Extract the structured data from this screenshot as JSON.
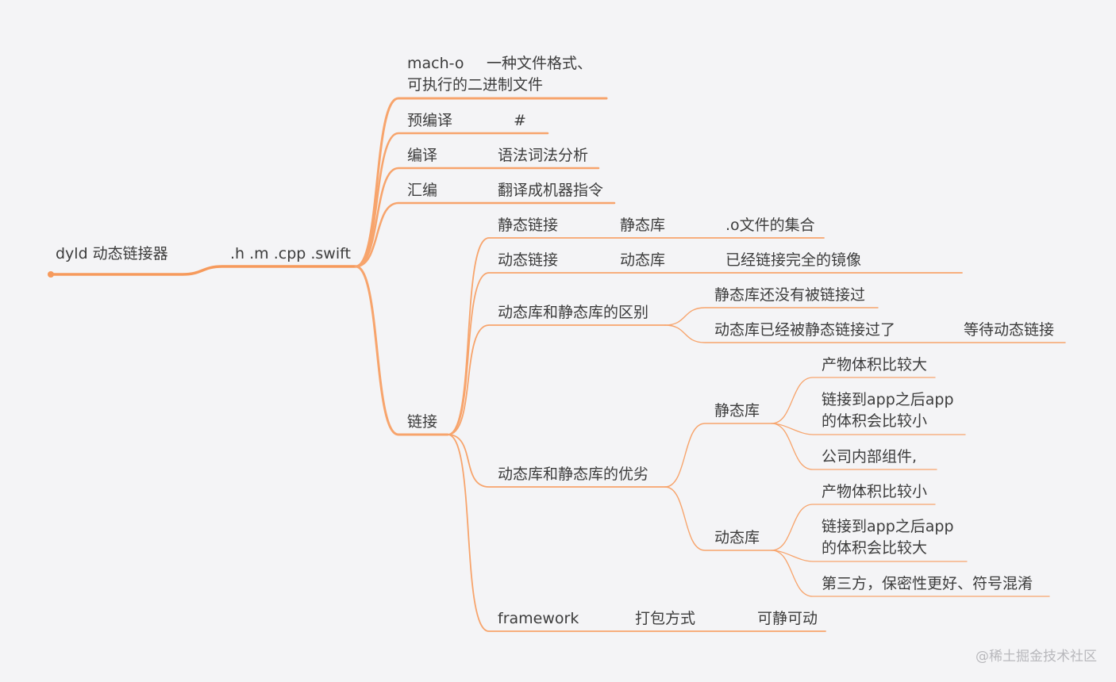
{
  "colors": {
    "line": "#f7a46c",
    "root_line": "#f69a5c",
    "text": "#3c3c3c",
    "background": "#f4f4f6"
  },
  "nodes": {
    "root": "dyld 动态链接器",
    "source": ".h .m .cpp .swift",
    "macho": "mach-o",
    "macho_desc_1": "一种文件格式、",
    "macho_desc_2": "可执行的二进制文件",
    "precompile": "预编译",
    "precompile_hash": "#",
    "compile": "编译",
    "compile_desc": "语法词法分析",
    "assemble": "汇编",
    "assemble_desc": "翻译成机器指令",
    "link": "链接",
    "static_link": "静态链接",
    "static_lib": "静态库",
    "static_lib_desc": ".o文件的集合",
    "dynamic_link": "动态链接",
    "dynamic_lib": "动态库",
    "dynamic_lib_desc": "已经链接完全的镜像",
    "difference": "动态库和静态库的区别",
    "diff_static": "静态库还没有被链接过",
    "diff_dynamic": "动态库已经被静态链接过了",
    "diff_dynamic_wait": "等待动态链接",
    "pros_cons": "动态库和静态库的优劣",
    "pc_static": "静态库",
    "pc_static_1": "产物体积比较大",
    "pc_static_2a": "链接到app之后app",
    "pc_static_2b": "的体积会比较小",
    "pc_static_3": "公司内部组件,",
    "pc_dynamic": "动态库",
    "pc_dynamic_1": "产物体积比较小",
    "pc_dynamic_2a": "链接到app之后app",
    "pc_dynamic_2b": "的体积会比较大",
    "pc_dynamic_3": "第三方，保密性更好、符号混淆",
    "framework": "framework",
    "framework_pack": "打包方式",
    "framework_mode": "可静可动"
  },
  "watermark": "@稀土掘金技术社区"
}
